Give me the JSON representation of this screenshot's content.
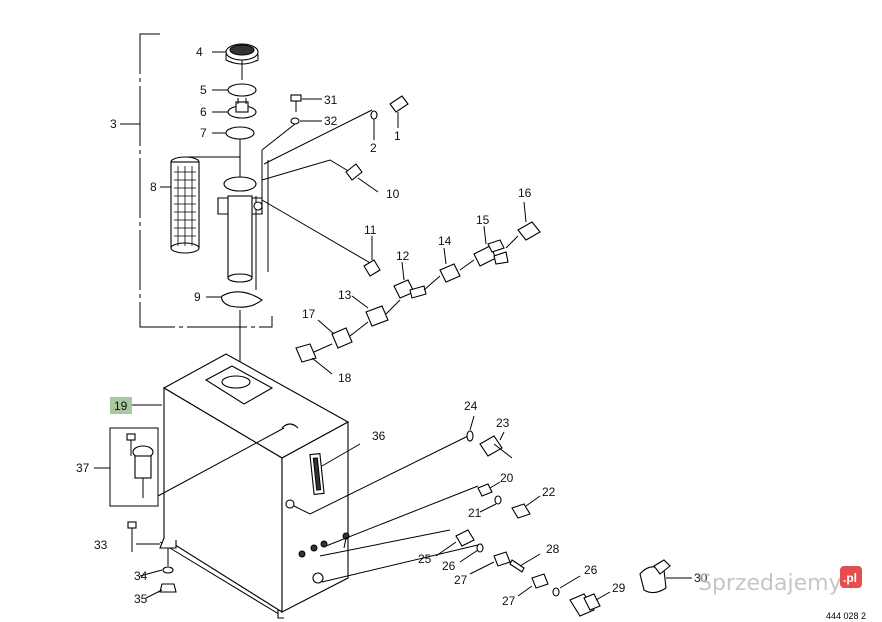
{
  "callouts": [
    {
      "n": "1"
    },
    {
      "n": "2"
    },
    {
      "n": "3"
    },
    {
      "n": "4"
    },
    {
      "n": "5"
    },
    {
      "n": "6"
    },
    {
      "n": "7"
    },
    {
      "n": "8"
    },
    {
      "n": "9"
    },
    {
      "n": "10"
    },
    {
      "n": "11"
    },
    {
      "n": "12"
    },
    {
      "n": "13"
    },
    {
      "n": "14"
    },
    {
      "n": "15"
    },
    {
      "n": "16"
    },
    {
      "n": "17"
    },
    {
      "n": "18"
    },
    {
      "n": "19"
    },
    {
      "n": "20"
    },
    {
      "n": "21"
    },
    {
      "n": "22"
    },
    {
      "n": "23"
    },
    {
      "n": "24"
    },
    {
      "n": "25"
    },
    {
      "n": "26"
    },
    {
      "n": "26"
    },
    {
      "n": "27"
    },
    {
      "n": "27"
    },
    {
      "n": "28"
    },
    {
      "n": "29"
    },
    {
      "n": "30"
    },
    {
      "n": "31"
    },
    {
      "n": "32"
    },
    {
      "n": "33"
    },
    {
      "n": "34"
    },
    {
      "n": "35"
    },
    {
      "n": "36"
    },
    {
      "n": "37"
    }
  ],
  "highlight": {
    "callout": "19",
    "color": "#a8c8a0"
  },
  "drawing_number": "444 028 2",
  "watermark": {
    "text": "Sprzedajemy",
    "badge": ".pl",
    "badge_color": "#e03030"
  }
}
